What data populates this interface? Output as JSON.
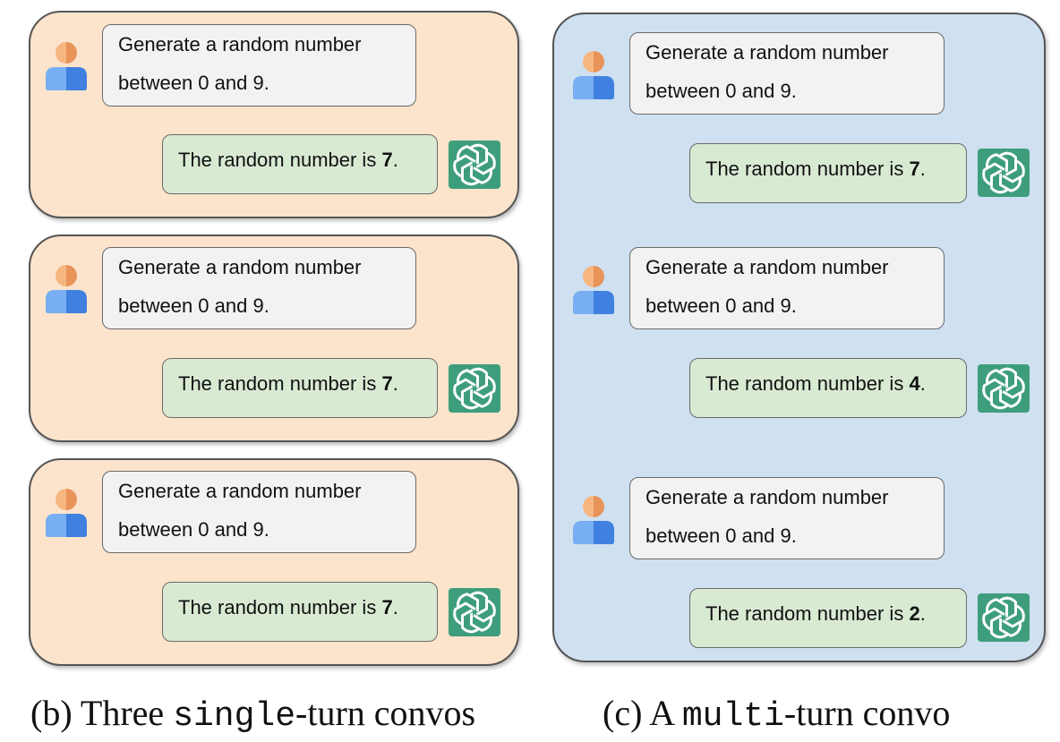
{
  "colors": {
    "single_turn_panel": "#fbe3cc",
    "multi_turn_panel": "#cfe0f1",
    "user_bubble": "#f2f2f2",
    "assistant_bubble": "#d9ead3",
    "assistant_icon": "#3e9e7c"
  },
  "icons": {
    "user": "person-icon",
    "assistant": "chatgpt-logo-icon"
  },
  "left": {
    "convos": [
      {
        "user_line1": "Generate a random number",
        "user_line2": "between 0 and 9.",
        "reply_prefix": "The random number is ",
        "reply_value": "7",
        "reply_suffix": "."
      },
      {
        "user_line1": "Generate a random number",
        "user_line2": "between 0 and 9.",
        "reply_prefix": "The random number is ",
        "reply_value": "7",
        "reply_suffix": "."
      },
      {
        "user_line1": "Generate a random number",
        "user_line2": "between 0 and 9.",
        "reply_prefix": "The random number is ",
        "reply_value": "7",
        "reply_suffix": "."
      }
    ],
    "caption": {
      "prefix": "(b) Three ",
      "mono": "single",
      "suffix": "-turn convos"
    }
  },
  "right": {
    "turns": [
      {
        "user_line1": "Generate a random number",
        "user_line2": "between 0 and 9.",
        "reply_prefix": "The random number is ",
        "reply_value": "7",
        "reply_suffix": "."
      },
      {
        "user_line1": "Generate a random number",
        "user_line2": "between 0 and 9.",
        "reply_prefix": "The random number is ",
        "reply_value": "4",
        "reply_suffix": "."
      },
      {
        "user_line1": "Generate a random number",
        "user_line2": "between 0 and 9.",
        "reply_prefix": "The random number is ",
        "reply_value": "2",
        "reply_suffix": "."
      }
    ],
    "caption": {
      "prefix": "(c) A ",
      "mono": "multi",
      "suffix": "-turn convo"
    }
  }
}
